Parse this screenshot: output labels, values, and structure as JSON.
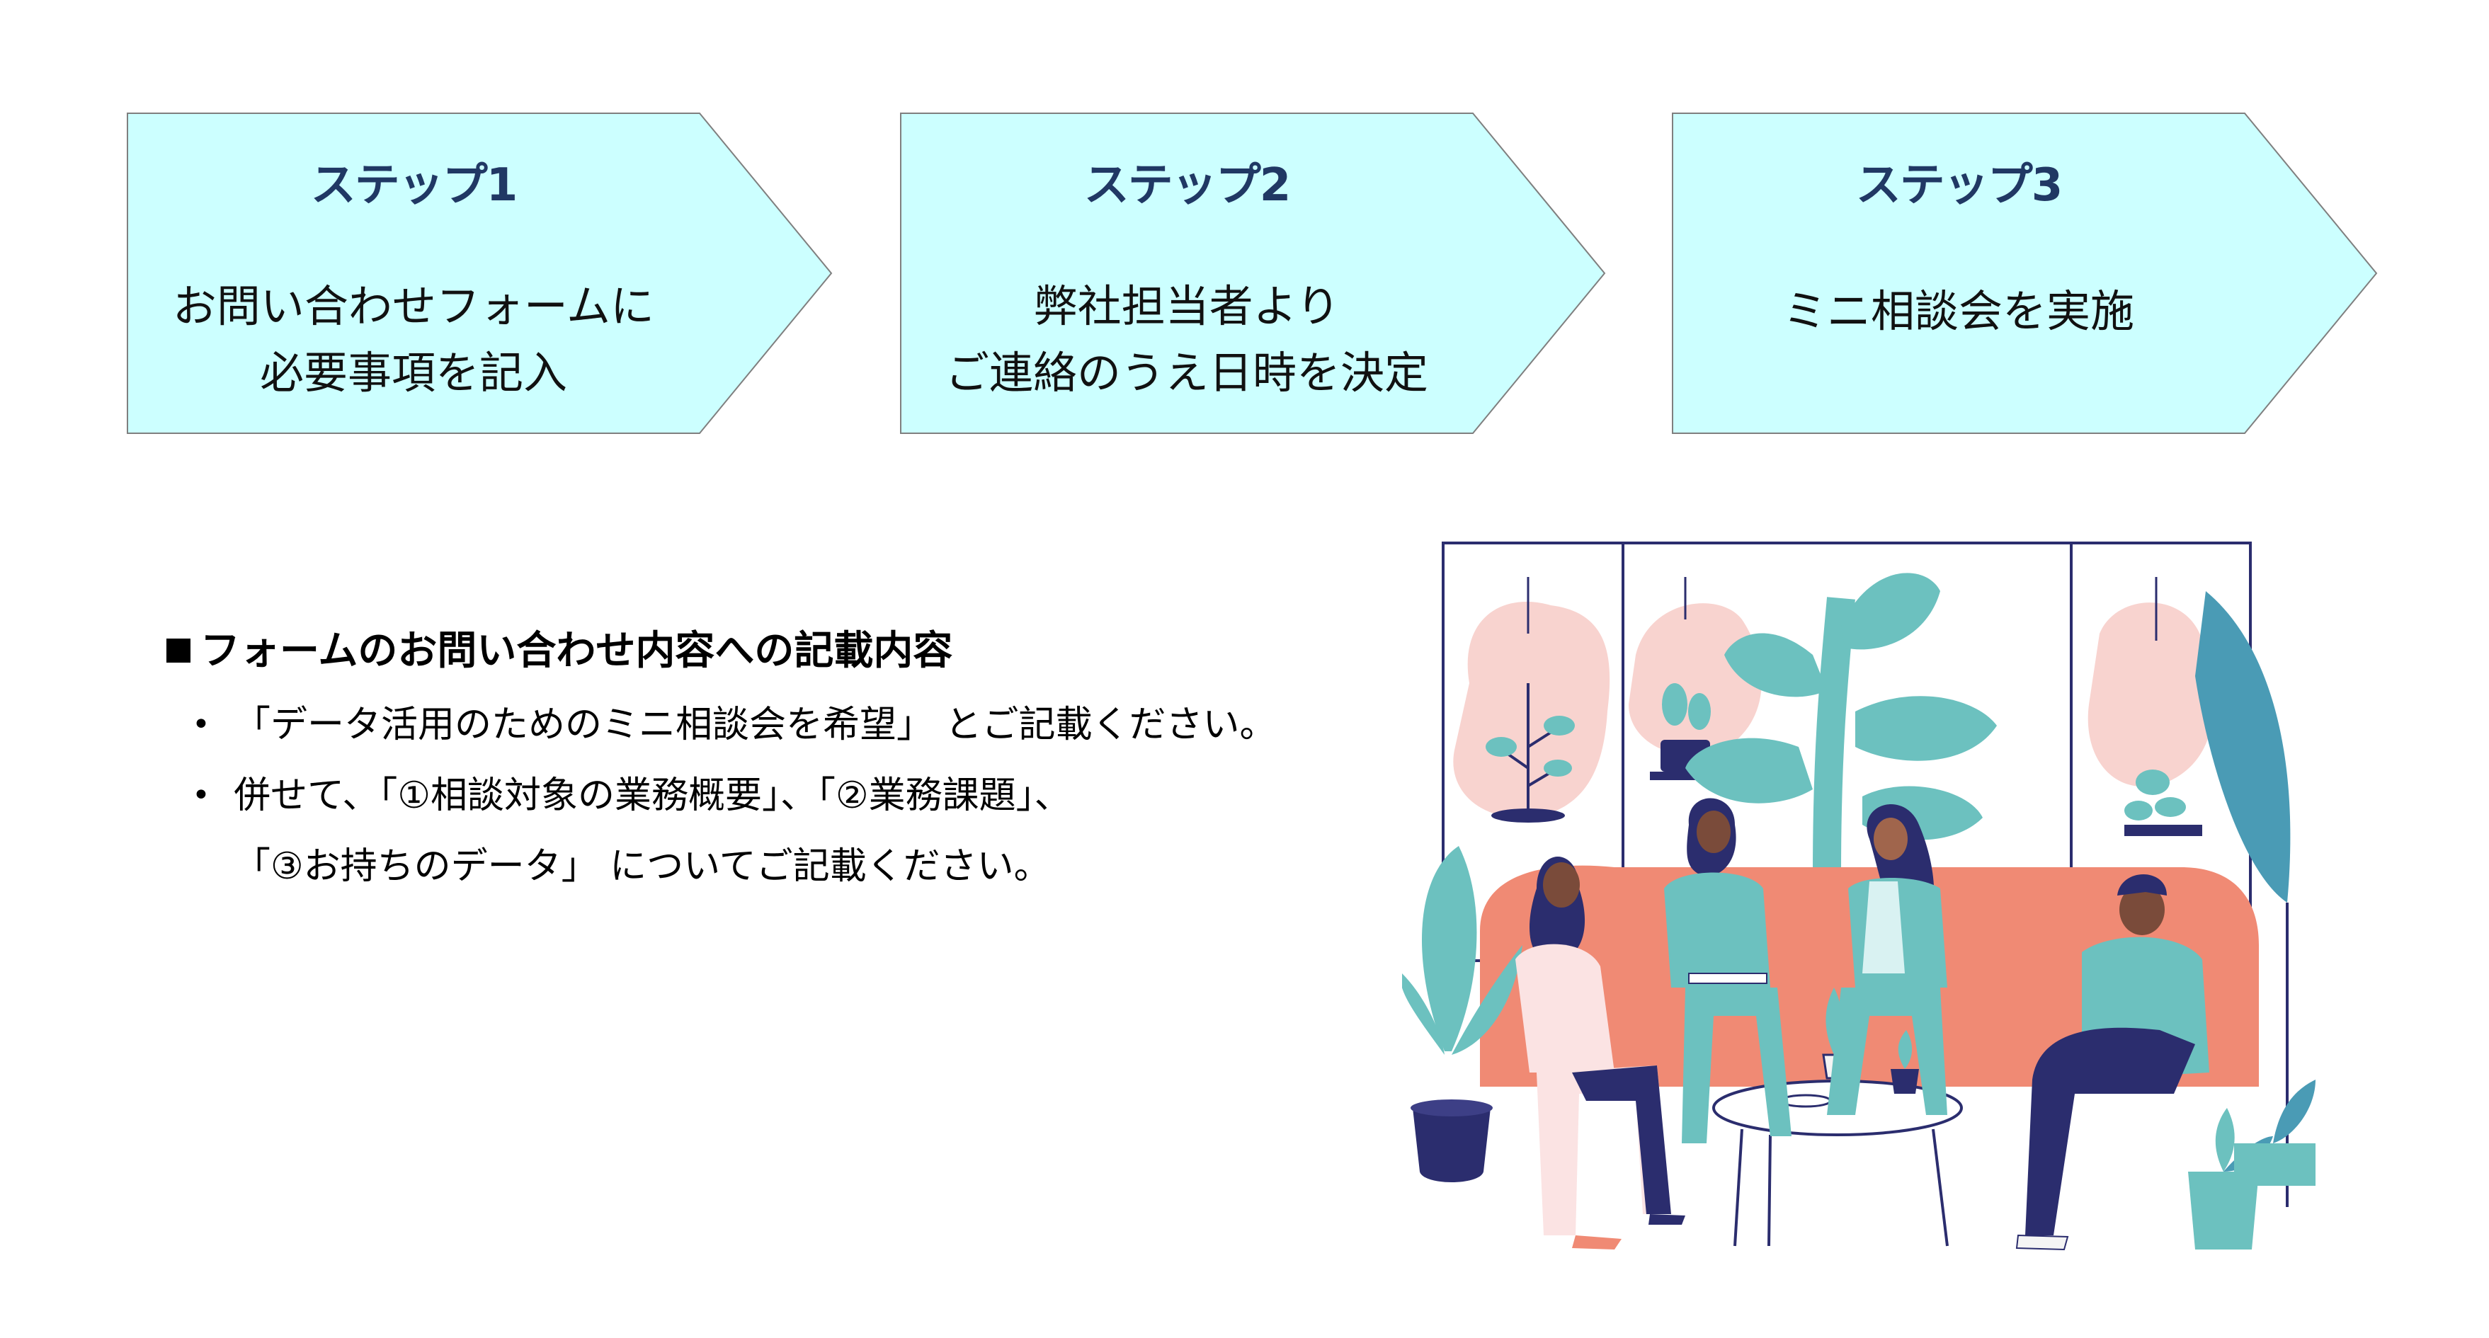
{
  "steps": [
    {
      "title": "ステップ1",
      "lines": [
        "お問い合わせフォームに",
        "必要事項を記入"
      ]
    },
    {
      "title": "ステップ2",
      "lines": [
        "弊社担当者より",
        "ご連絡のうえ日時を決定"
      ]
    },
    {
      "title": "ステップ3",
      "lines": [
        "ミニ相談会を実施"
      ]
    }
  ],
  "form_notes": {
    "heading": "フォームのお問い合わせ内容への記載内容",
    "items": [
      {
        "lines": [
          "「データ活用のためのミニ相談会を希望」 とご記載ください。"
        ]
      },
      {
        "lines": [
          "併せて、「①相談対象の業務概要」、「②業務課題」、",
          "「③お持ちのデータ」 についてご記載ください。"
        ]
      }
    ]
  },
  "illustration": {
    "icon": "team-meeting-illustration"
  },
  "colors": {
    "step_fill": "#CCFFFF",
    "step_border": "#7F7F7F",
    "step_title": "#203864",
    "sofa": "#F08A74",
    "teal": "#6CC1BF",
    "navy": "#2B2D6E"
  }
}
